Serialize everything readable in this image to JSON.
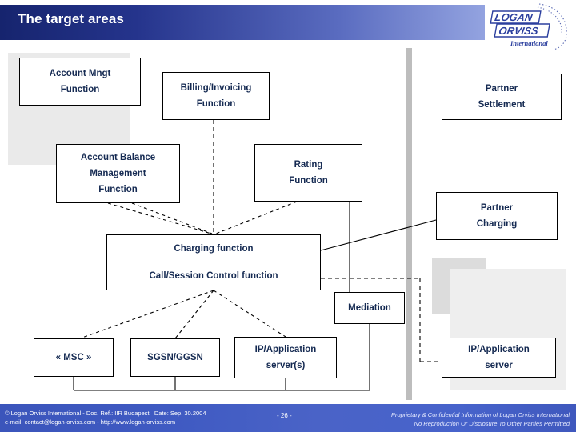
{
  "slide": {
    "title": "The target areas",
    "page_number": "- 26 -"
  },
  "logo": {
    "name": "logan-orviss-international-logo",
    "line1": "LOGAN",
    "line2": "ORVISS",
    "line3": "International"
  },
  "diagram": {
    "boxes": [
      {
        "id": "account-mngt",
        "lines": [
          "Account Mngt",
          "Function"
        ]
      },
      {
        "id": "billing",
        "lines": [
          "Billing/Invoicing",
          "Function"
        ]
      },
      {
        "id": "partner-settle",
        "lines": [
          "Partner",
          "Settlement"
        ]
      },
      {
        "id": "account-balance",
        "lines": [
          "Account Balance",
          "Management",
          "Function"
        ]
      },
      {
        "id": "rating",
        "lines": [
          "Rating",
          "Function"
        ]
      },
      {
        "id": "partner-charging",
        "lines": [
          "Partner",
          "Charging"
        ]
      },
      {
        "id": "charging-function",
        "lines": [
          "Charging function"
        ]
      },
      {
        "id": "call-session",
        "lines": [
          "Call/Session Control function"
        ]
      },
      {
        "id": "mediation",
        "lines": [
          "Mediation"
        ]
      },
      {
        "id": "msc",
        "lines": [
          "« MSC »"
        ]
      },
      {
        "id": "sgsn-ggsn",
        "lines": [
          "SGSN/GGSN"
        ]
      },
      {
        "id": "ip-app-servers",
        "lines": [
          "IP/Application",
          "server(s)"
        ]
      },
      {
        "id": "ip-app-server",
        "lines": [
          "IP/Application",
          "server"
        ]
      }
    ],
    "labels": {
      "account_mngt_l1": "Account Mngt",
      "account_mngt_l2": "Function",
      "billing_l1": "Billing/Invoicing",
      "billing_l2": "Function",
      "partner_settle_l1": "Partner",
      "partner_settle_l2": "Settlement",
      "account_balance_l1": "Account Balance",
      "account_balance_l2": "Management",
      "account_balance_l3": "Function",
      "rating_l1": "Rating",
      "rating_l2": "Function",
      "partner_charging_l1": "Partner",
      "partner_charging_l2": "Charging",
      "charging_function": "Charging function",
      "call_session": "Call/Session Control function",
      "mediation": "Mediation",
      "msc": "« MSC »",
      "sgsn_ggsn": "SGSN/GGSN",
      "ip_app_servers_l1": "IP/Application",
      "ip_app_servers_l2": "server(s)",
      "ip_app_server_l1": "IP/Application",
      "ip_app_server_l2": "server"
    }
  },
  "footer": {
    "left_line1": "© Logan Orviss International - Doc. Ref.: IIR Budapest– Date: Sep. 30.2004",
    "left_line2": "e-mail: contact@logan-orviss.com - http://www.logan-orviss.com",
    "right_line1": "Proprietary & Confidential Information of Logan Orviss International",
    "right_line2": "No Reproduction Or Disclosure To Other Parties Permitted"
  },
  "colors": {
    "title_bar_dark": "#16246e",
    "title_bar_light": "#93a3e0",
    "footer_bar": "#4763cb",
    "box_text": "#152a52",
    "gray_block": "#e3e3e3",
    "divider": "#bdbdbd"
  }
}
